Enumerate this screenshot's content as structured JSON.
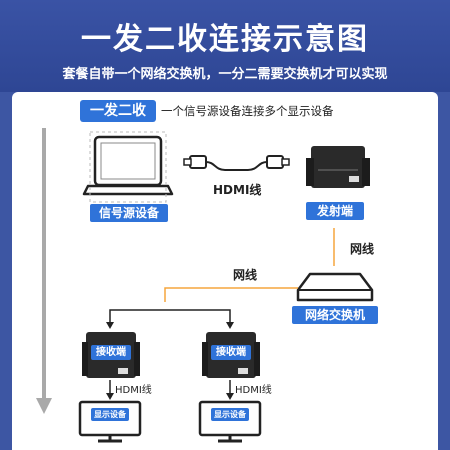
{
  "title": "一发二收连接示意图",
  "subtitle": "套餐自带一个网络交换机，一分二需要交换机才可以实现",
  "tag": "一发二收",
  "description": "一个信号源设备连接多个显示设备",
  "cable_label_top": "HDMI线",
  "source_label": "信号源设备",
  "sender_label": "发射端",
  "network_label_right": "网线",
  "network_label_left": "网线",
  "switch_label": "网络交换机",
  "receivers": [
    {
      "label": "接收端",
      "cable_label": "HDMI线",
      "display_label": "显示设备"
    },
    {
      "label": "接收端",
      "cable_label": "HDMI线",
      "display_label": "显示设备"
    }
  ],
  "colors": {
    "brand_blue": "#2f73d9",
    "banner_blue": "#3a53a5",
    "link_orange": "#f5a53d"
  }
}
